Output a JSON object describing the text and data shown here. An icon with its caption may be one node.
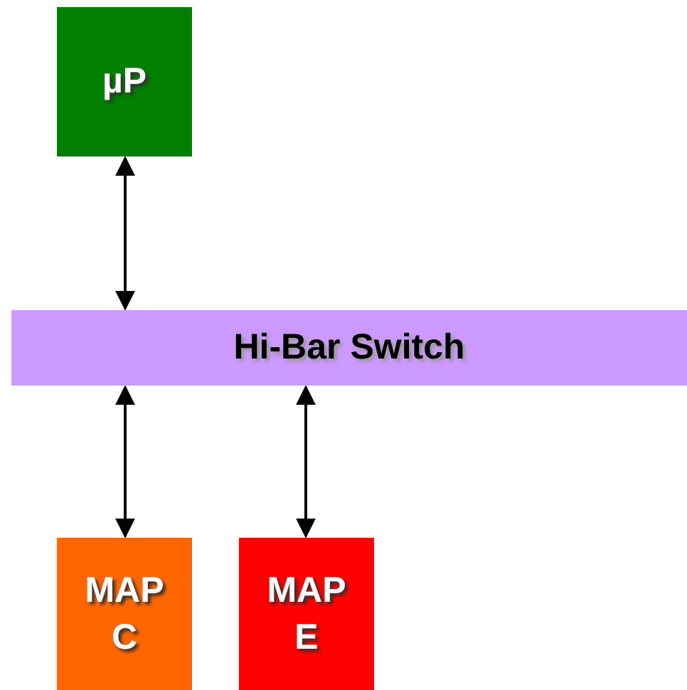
{
  "diagram": {
    "nodes": [
      {
        "text": [
          "µP"
        ]
      },
      {
        "text": [
          "Hi-Bar Switch"
        ]
      },
      {
        "text": [
          "MAP C"
        ]
      },
      {
        "text": [
          "MAP E"
        ]
      }
    ],
    "edges": [
      {
        "from": 0,
        "to": 1,
        "arrow": "both"
      },
      {
        "from": 1,
        "to": 2,
        "arrow": "both"
      },
      {
        "from": 1,
        "to": 3,
        "arrow": "both"
      }
    ]
  }
}
